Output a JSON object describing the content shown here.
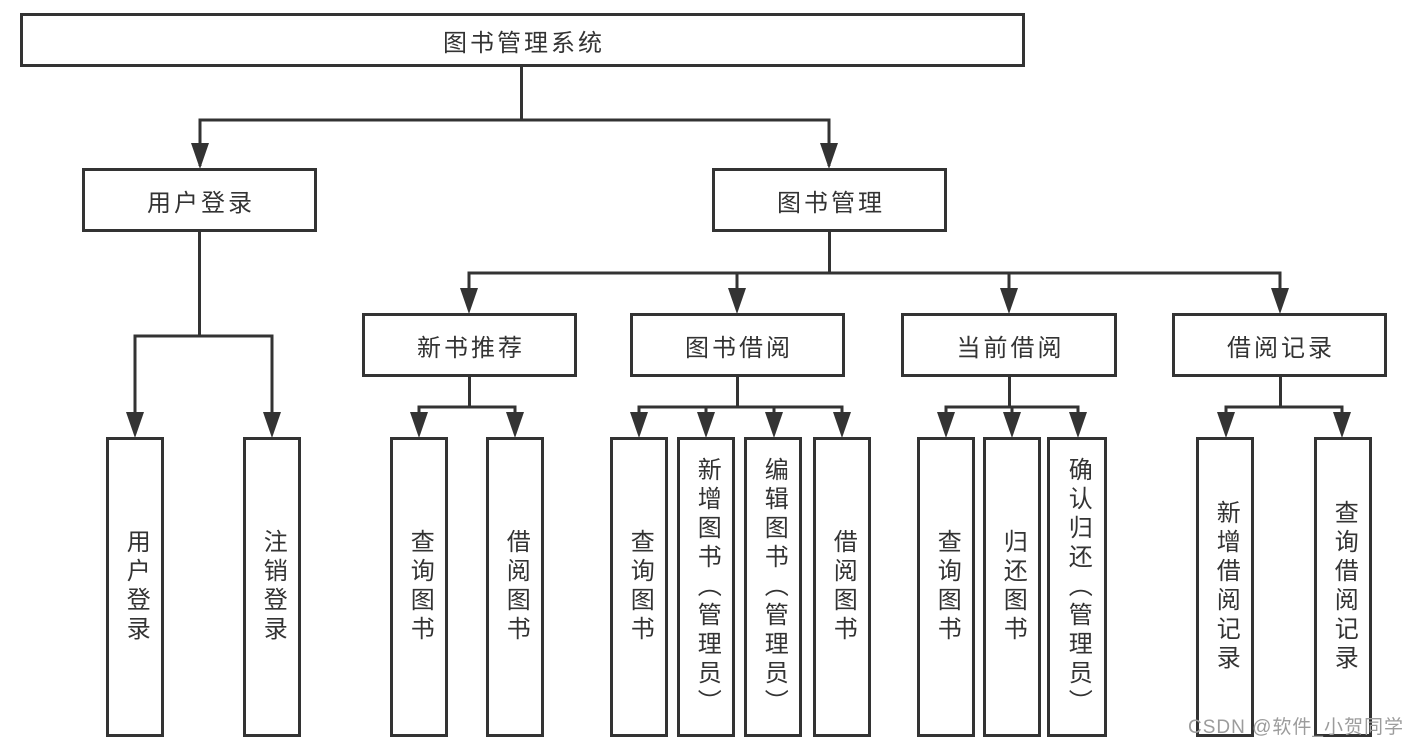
{
  "diagram_type": "hierarchy-tree",
  "colors": {
    "line": "#333333",
    "box_border": "#333333",
    "box_fill": "#ffffff",
    "text": "#333333",
    "background": "#ffffff",
    "watermark": "#9c9c9c"
  },
  "watermark": "CSDN @软件_小贺同学",
  "tree": {
    "label": "图书管理系统",
    "children": [
      {
        "label": "用户登录",
        "children": [
          {
            "label": "用户登录"
          },
          {
            "label": "注销登录"
          }
        ]
      },
      {
        "label": "图书管理",
        "children": [
          {
            "label": "新书推荐",
            "children": [
              {
                "label": "查询图书"
              },
              {
                "label": "借阅图书"
              }
            ]
          },
          {
            "label": "图书借阅",
            "children": [
              {
                "label": "查询图书"
              },
              {
                "label": "新增图书（管理员）"
              },
              {
                "label": "编辑图书（管理员）"
              },
              {
                "label": "借阅图书"
              }
            ]
          },
          {
            "label": "当前借阅",
            "children": [
              {
                "label": "查询图书"
              },
              {
                "label": "归还图书"
              },
              {
                "label": "确认归还（管理员）"
              }
            ]
          },
          {
            "label": "借阅记录",
            "children": [
              {
                "label": "新增借阅记录"
              },
              {
                "label": "查询借阅记录"
              }
            ]
          }
        ]
      }
    ]
  }
}
